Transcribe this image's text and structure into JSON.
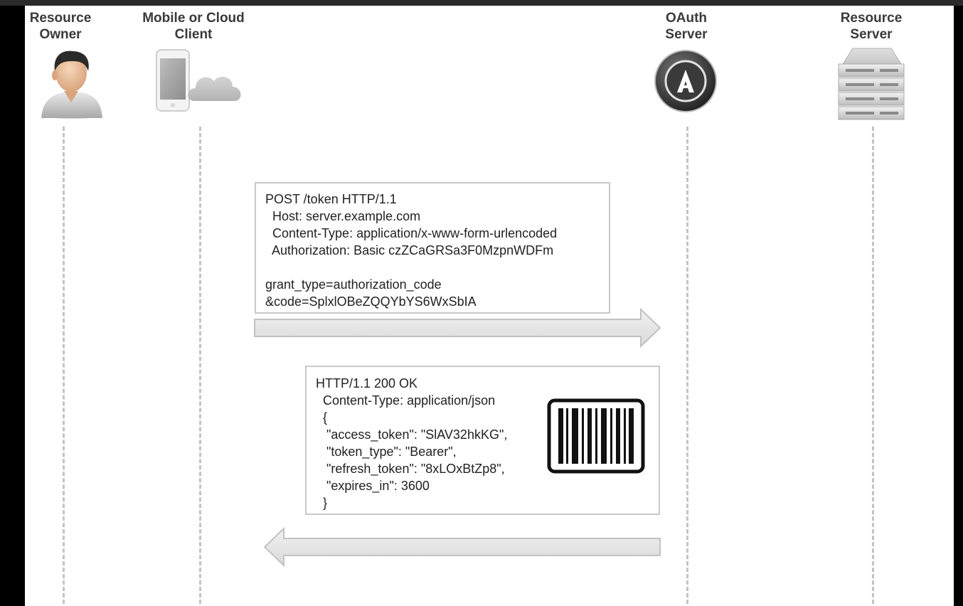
{
  "actors": [
    {
      "id": "resource-owner",
      "label": "Resource\nOwner",
      "icon": "person-icon"
    },
    {
      "id": "client",
      "label": "Mobile or Cloud\nClient",
      "icon": "phone-cloud-icon"
    },
    {
      "id": "oauth-server",
      "label": "OAuth\nServer",
      "icon": "oauth-logo-icon"
    },
    {
      "id": "resource-server",
      "label": "Resource\nServer",
      "icon": "server-rack-icon"
    }
  ],
  "request": {
    "lines": [
      "POST /token HTTP/1.1",
      "  Host: server.example.com",
      "  Content-Type: application/x-www-form-urlencoded",
      "  Authorization: Basic czZCaGRSa3F0MzpnWDFm",
      "",
      "grant_type=authorization_code",
      "&code=SplxlOBeZQQYbYS6WxSbIA"
    ],
    "direction": "client-to-oauth"
  },
  "response": {
    "lines": [
      "HTTP/1.1 200 OK",
      "  Content-Type: application/json",
      "  {",
      "   \"access_token\": \"SlAV32hkKG\",",
      "   \"token_type\": \"Bearer\",",
      "   \"refresh_token\": \"8xLOxBtZp8\",",
      "   \"expires_in\": 3600",
      "  }"
    ],
    "badge_icon": "barcode-token-icon",
    "direction": "oauth-to-client"
  },
  "colors": {
    "background": "#ffffff",
    "frame": "#000000",
    "lifeline": "#c4c4c4",
    "box_border": "#c9c9c9",
    "arrow_fill": "#e6e6e6",
    "arrow_stroke": "#c2c2c2"
  }
}
